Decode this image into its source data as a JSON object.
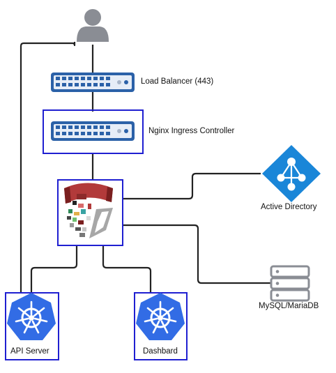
{
  "nodes": {
    "user": {
      "icon": "user-icon"
    },
    "load_balancer": {
      "label": "Load Balancer (443)",
      "icon": "network-switch-icon"
    },
    "ingress": {
      "label": "Nginx Ingress Controller",
      "icon": "network-switch-icon"
    },
    "gatekeeper": {
      "icon": "shield-logo-icon"
    },
    "active_directory": {
      "label": "Active Directory",
      "icon": "azure-active-directory-icon"
    },
    "database": {
      "label": "MySQL/MariaDB",
      "icon": "server-stack-icon"
    },
    "api_server": {
      "label": "API Server",
      "icon": "kubernetes-wheel-icon"
    },
    "dashboard": {
      "label": "Dashbard",
      "icon": "kubernetes-wheel-icon"
    }
  },
  "colors": {
    "highlight_border": "#1f1fd1",
    "kubernetes_blue": "#326ce5",
    "switch_blue": "#2b61a8",
    "user_gray": "#8a8d94",
    "ad_blue": "#1a86d8",
    "line": "#222222"
  }
}
